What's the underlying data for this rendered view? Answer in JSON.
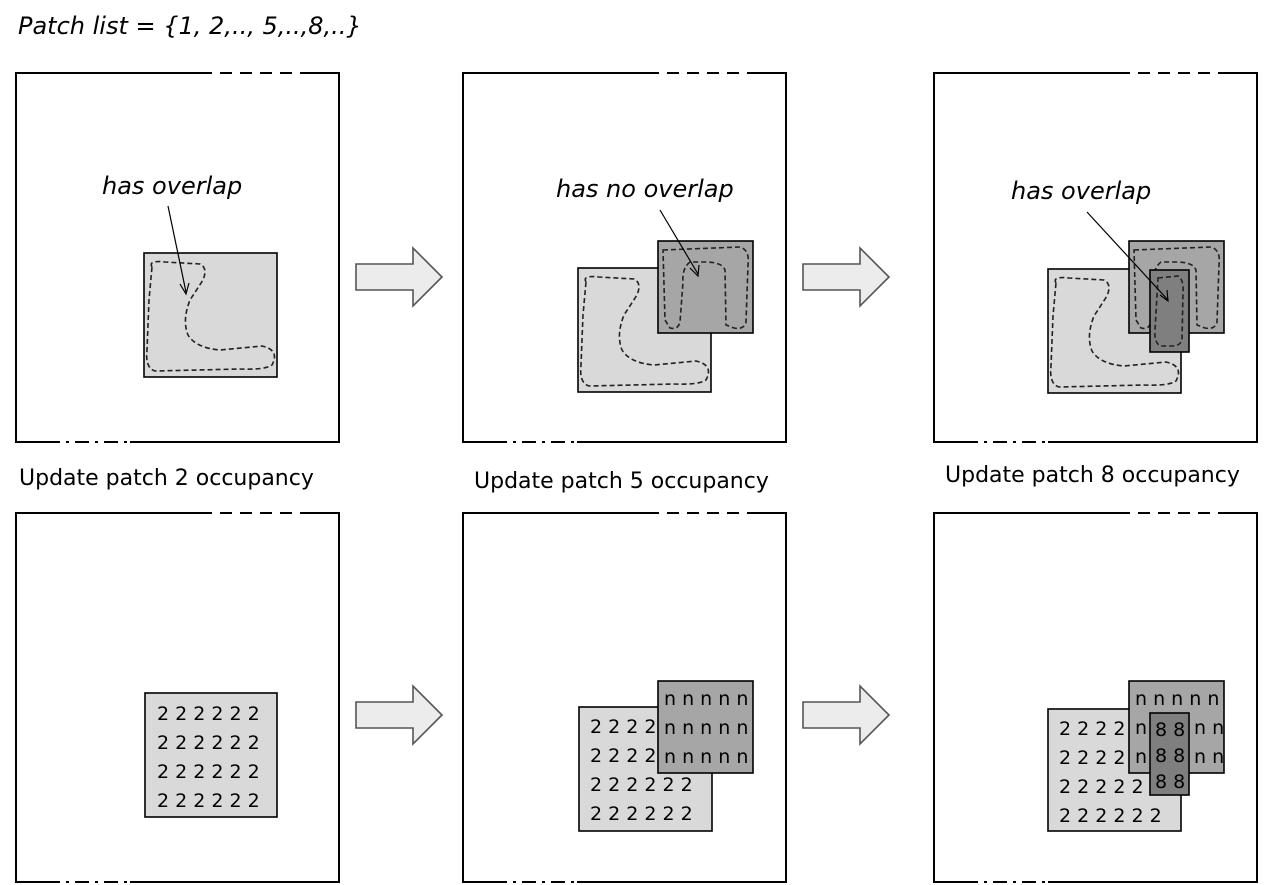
{
  "header": {
    "patch_list_label": "Patch list = {1, 2,.., 5,..,8,..}"
  },
  "top_row": {
    "panels": [
      {
        "annotation": "has overlap"
      },
      {
        "annotation": "has no overlap"
      },
      {
        "annotation": "has overlap"
      }
    ]
  },
  "captions": [
    "Update patch 2 occupancy",
    "Update patch 5 occupancy",
    "Update patch 8 occupancy"
  ],
  "bottom_row": {
    "patch2_rows": [
      "2 2 2 2 2 2",
      "2 2 2 2 2 2",
      "2 2 2 2 2 2",
      "2 2 2 2 2 2"
    ],
    "panel2": {
      "patch2_rows": [
        "2 2 2 2",
        "2 2 2 2",
        "2 2 2 2 2 2",
        "2 2 2 2 2 2"
      ],
      "patchn_rows": [
        "n n n n n",
        "n n n n n",
        "n n n n n"
      ]
    },
    "panel3": {
      "patch2_rows": [
        "2 2 2 2",
        "2 2 2 2",
        "2 2 2 2 2",
        "2 2 2 2 2 2"
      ],
      "patchn_rows": [
        "n n n n n",
        "n",
        "n n",
        "n",
        "n n"
      ],
      "patch8_rows": [
        "8 8",
        "8 8",
        "8 8"
      ]
    }
  },
  "colors": {
    "patch_light": "#d9d9d9",
    "patch_mid": "#a6a6a6",
    "patch_dark": "#7f7f7f",
    "arrow_fill": "#ececec"
  }
}
